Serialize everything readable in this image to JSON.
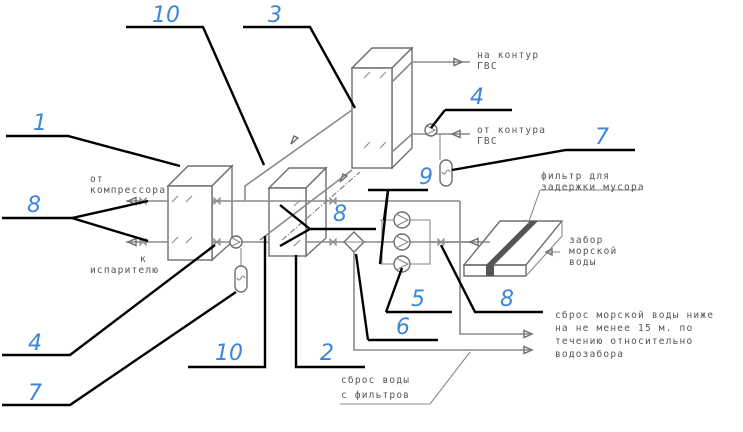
{
  "diagram": {
    "type": "heat pump sea-water circuit schematic",
    "colors": {
      "pipe": "#8a8a8a",
      "equipment": "#6e6e6e",
      "leader": "#000000",
      "position_number": "#3b86d8",
      "note_text": "#555555"
    },
    "notes": {
      "from_compressor": [
        "от",
        "компрессора"
      ],
      "to_evaporator": [
        "к",
        "испарителю"
      ],
      "to_dhw": [
        "на контур",
        "ГВС"
      ],
      "from_dhw": [
        "от контура",
        "ГВС"
      ],
      "debris_filter": [
        "фильтр для",
        "задержки мусора"
      ],
      "sea_intake": [
        "забор",
        "морской",
        "воды"
      ],
      "sea_discharge": [
        "сброс морской воды ниже",
        "на не менее 15 м. по",
        "течению относительно",
        "водозабора"
      ],
      "filter_discharge": [
        "сброс воды",
        "с фильтров"
      ]
    },
    "position_labels": [
      {
        "id": "10",
        "target": "valve on hot-water supply line"
      },
      {
        "id": "3",
        "target": "DHW heat exchanger"
      },
      {
        "id": "1",
        "target": "heat pump unit"
      },
      {
        "id": "4",
        "target": "DHW circulation pump"
      },
      {
        "id": "7",
        "target": "DHW expansion tank"
      },
      {
        "id": "9",
        "target": "expansion tank"
      },
      {
        "id": "8",
        "target": "shut-off valves (compressor lines)"
      },
      {
        "id": "8",
        "target": "shut-off valves (plate heat exchanger)"
      },
      {
        "id": "5",
        "target": "sea-water pumps"
      },
      {
        "id": "6",
        "target": "strainer filter"
      },
      {
        "id": "8",
        "target": "sea-water check valve"
      },
      {
        "id": "2",
        "target": "intermediate plate heat exchanger"
      },
      {
        "id": "4",
        "target": "circulation pump"
      },
      {
        "id": "7",
        "target": "expansion tank"
      },
      {
        "id": "10",
        "target": "valve on return line"
      }
    ]
  }
}
